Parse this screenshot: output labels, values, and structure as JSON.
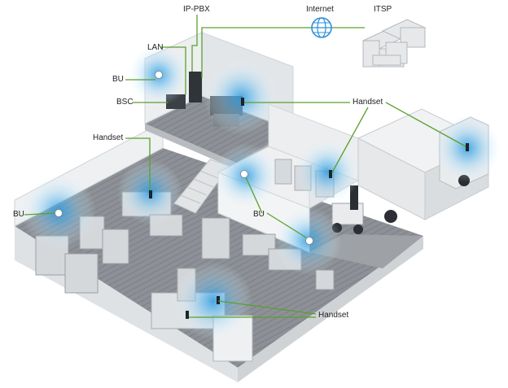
{
  "labels": {
    "ip_pbx": "IP-PBX",
    "internet": "Internet",
    "itsp": "ITSP",
    "lan": "LAN",
    "bu_top": "BU",
    "bsc": "BSC",
    "handset_top": "Handset",
    "handset_left": "Handset",
    "bu_left": "BU",
    "bu_center": "BU",
    "handset_bottom": "Handset"
  },
  "colors": {
    "connector_line": "#5aa02c",
    "signal_glow": "#3aa7e6",
    "floor": "#8c9096",
    "wall": "#e4e6e8",
    "truck": "#eceeef"
  }
}
